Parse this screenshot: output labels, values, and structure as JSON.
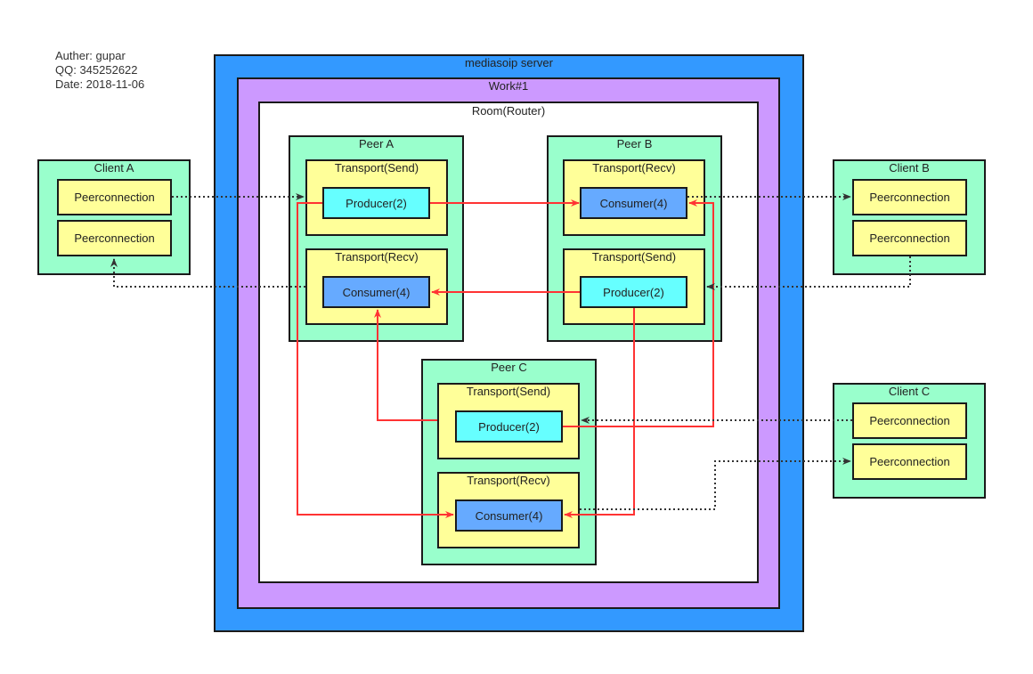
{
  "meta": {
    "author": "Auther: gupar",
    "qq": "QQ: 345252622",
    "date": "Date: 2018-11-06"
  },
  "server": {
    "title": "mediasoip server"
  },
  "worker": {
    "title": "Work#1"
  },
  "room": {
    "title": "Room(Router)"
  },
  "peers": {
    "a": {
      "title": "Peer A",
      "send": "Transport(Send)",
      "recv": "Transport(Recv)",
      "producer": "Producer(2)",
      "consumer": "Consumer(4)"
    },
    "b": {
      "title": "Peer B",
      "recv": "Transport(Recv)",
      "send": "Transport(Send)",
      "consumer": "Consumer(4)",
      "producer": "Producer(2)"
    },
    "c": {
      "title": "Peer C",
      "send": "Transport(Send)",
      "recv": "Transport(Recv)",
      "producer": "Producer(2)",
      "consumer": "Consumer(4)"
    }
  },
  "clients": {
    "a": {
      "title": "Client A",
      "pc1": "Peerconnection",
      "pc2": "Peerconnection"
    },
    "b": {
      "title": "Client B",
      "pc1": "Peerconnection",
      "pc2": "Peerconnection"
    },
    "c": {
      "title": "Client C",
      "pc1": "Peerconnection",
      "pc2": "Peerconnection"
    }
  },
  "colors": {
    "server": "#3399ff",
    "worker": "#cc99ff",
    "peer": "#99ffcc",
    "transport": "#ffff99",
    "producer": "#66ffff",
    "consumer": "#66aaff",
    "media_arrow": "#ff3333",
    "signal_arrow": "#333333"
  }
}
